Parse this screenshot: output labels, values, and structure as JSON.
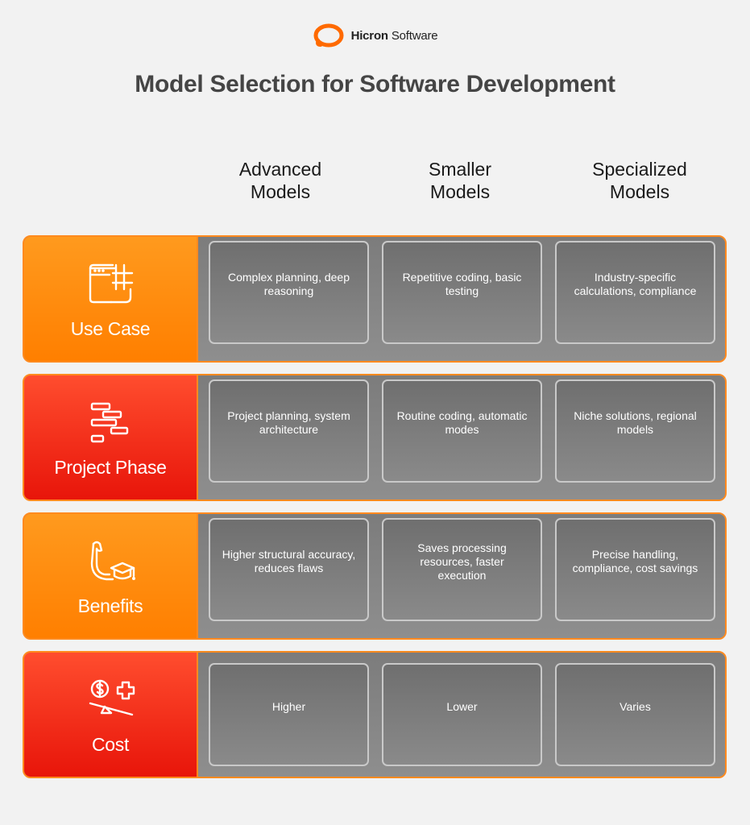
{
  "brand": {
    "name_bold": "Hicron",
    "name_regular": " Software",
    "accent": "#ff6a00"
  },
  "title": "Model Selection for Software Development",
  "columns": [
    "Advanced\nModels",
    "Smaller\nModels",
    "Specialized\nModels"
  ],
  "rows": [
    {
      "label": "Use Case",
      "icon": "browser-grid-icon",
      "color": "#ff8500",
      "cells": [
        "Complex planning, deep reasoning",
        "Repetitive coding, basic testing",
        "Industry-specific calculations, compliance"
      ]
    },
    {
      "label": "Project Phase",
      "icon": "gantt-chart-icon",
      "color": "#f0200d",
      "cells": [
        "Project planning, system architecture",
        "Routine coding, automatic modes",
        "Niche solutions, regional models"
      ]
    },
    {
      "label": "Benefits",
      "icon": "strength-graduation-icon",
      "color": "#ff8500",
      "cells": [
        "Higher structural accuracy, reduces flaws",
        "Saves processing resources, faster execution",
        "Precise handling, compliance, cost savings"
      ]
    },
    {
      "label": "Cost",
      "icon": "cost-balance-icon",
      "color": "#f0200d",
      "cells": [
        "Higher",
        "Lower",
        "Varies"
      ]
    }
  ]
}
